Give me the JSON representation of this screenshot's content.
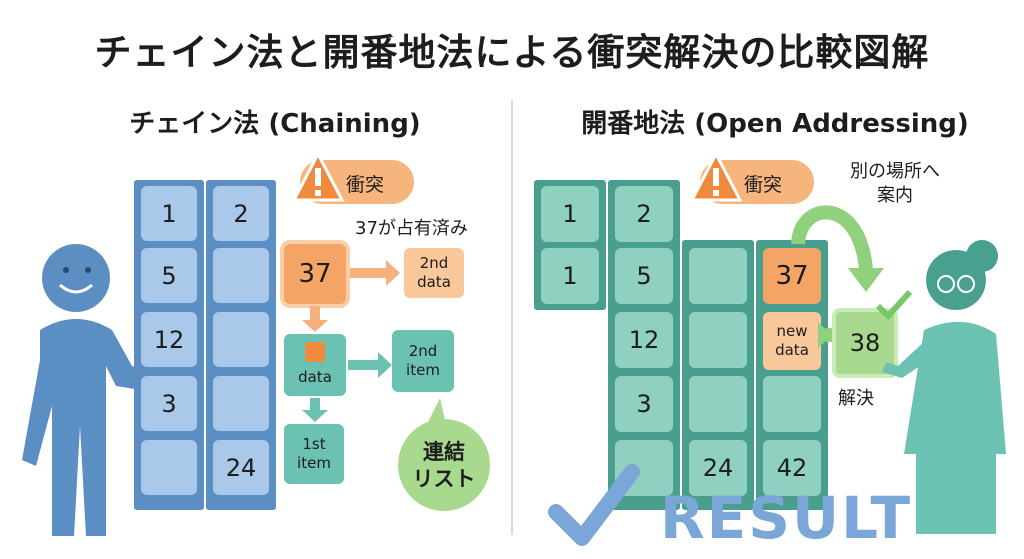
{
  "title": "チェイン法と開番地法による衝突解決の比較図解",
  "chaining": {
    "heading": "チェイン法 (Chaining)",
    "col1": [
      "1",
      "5",
      "12",
      "3",
      ""
    ],
    "col2": [
      "2",
      "",
      "",
      "",
      "24"
    ],
    "collision_label": "衝突",
    "occupied_note": "37が占有済み",
    "key": "37",
    "second_data": "2nd\ndata",
    "data_node": "data",
    "second_item": "2nd\nitem",
    "first_item": "1st\nitem",
    "bubble": "連結\nリスト"
  },
  "open_addressing": {
    "heading": "開番地法 (Open Addressing)",
    "collision_label": "衝突",
    "redirect_note": "別の場所へ\n案内",
    "col1": [
      "2",
      "5",
      "12",
      "3",
      ""
    ],
    "col2_left": [
      "1",
      "1"
    ],
    "col3": [
      "",
      "",
      "",
      "24"
    ],
    "col4": [
      "37",
      "new\ndata",
      "",
      "42"
    ],
    "resolved_value": "38",
    "resolved_label": "解決",
    "result_text": "RESULT"
  },
  "colors": {
    "blue_frame": "#5b8ec2",
    "blue_cell": "#a9c8ea",
    "teal_frame": "#4a9e8e",
    "teal_cell": "#8fd0c0",
    "orange": "#f4a566",
    "green": "#9ed68a"
  }
}
